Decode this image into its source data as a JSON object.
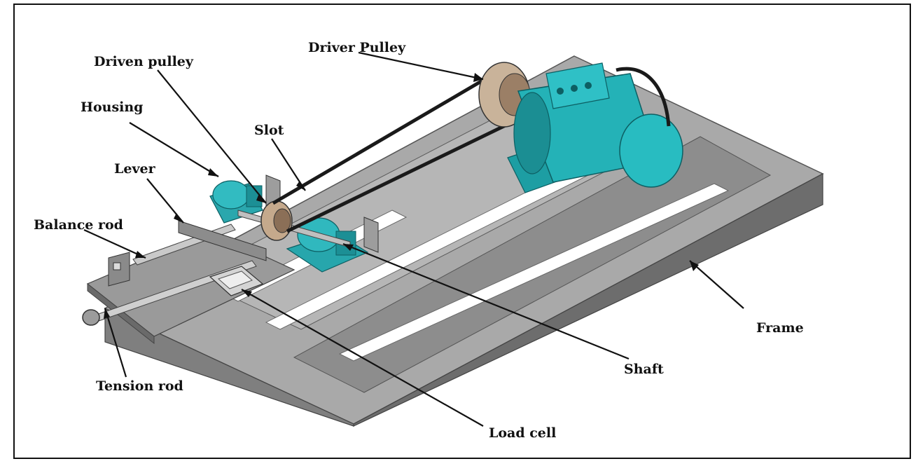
{
  "labels": {
    "driver_pulley": "Driver Pulley",
    "driven_pulley": "Driven pulley",
    "housing": "Housing",
    "slot": "Slot",
    "lever": "Lever",
    "balance_rod": "Balance rod",
    "frame": "Frame",
    "shaft": "Shaft",
    "tension_rod": "Tension rod",
    "load_cell": "Load cell"
  },
  "colors": {
    "frame_top": "#a8a8a8",
    "frame_side": "#7a7a7a",
    "frame_dark": "#5e5e5e",
    "motor": "#25b3b8",
    "motor_dark": "#168a8f",
    "pulley": "#c9b39a",
    "belt": "#1a1a1a"
  }
}
